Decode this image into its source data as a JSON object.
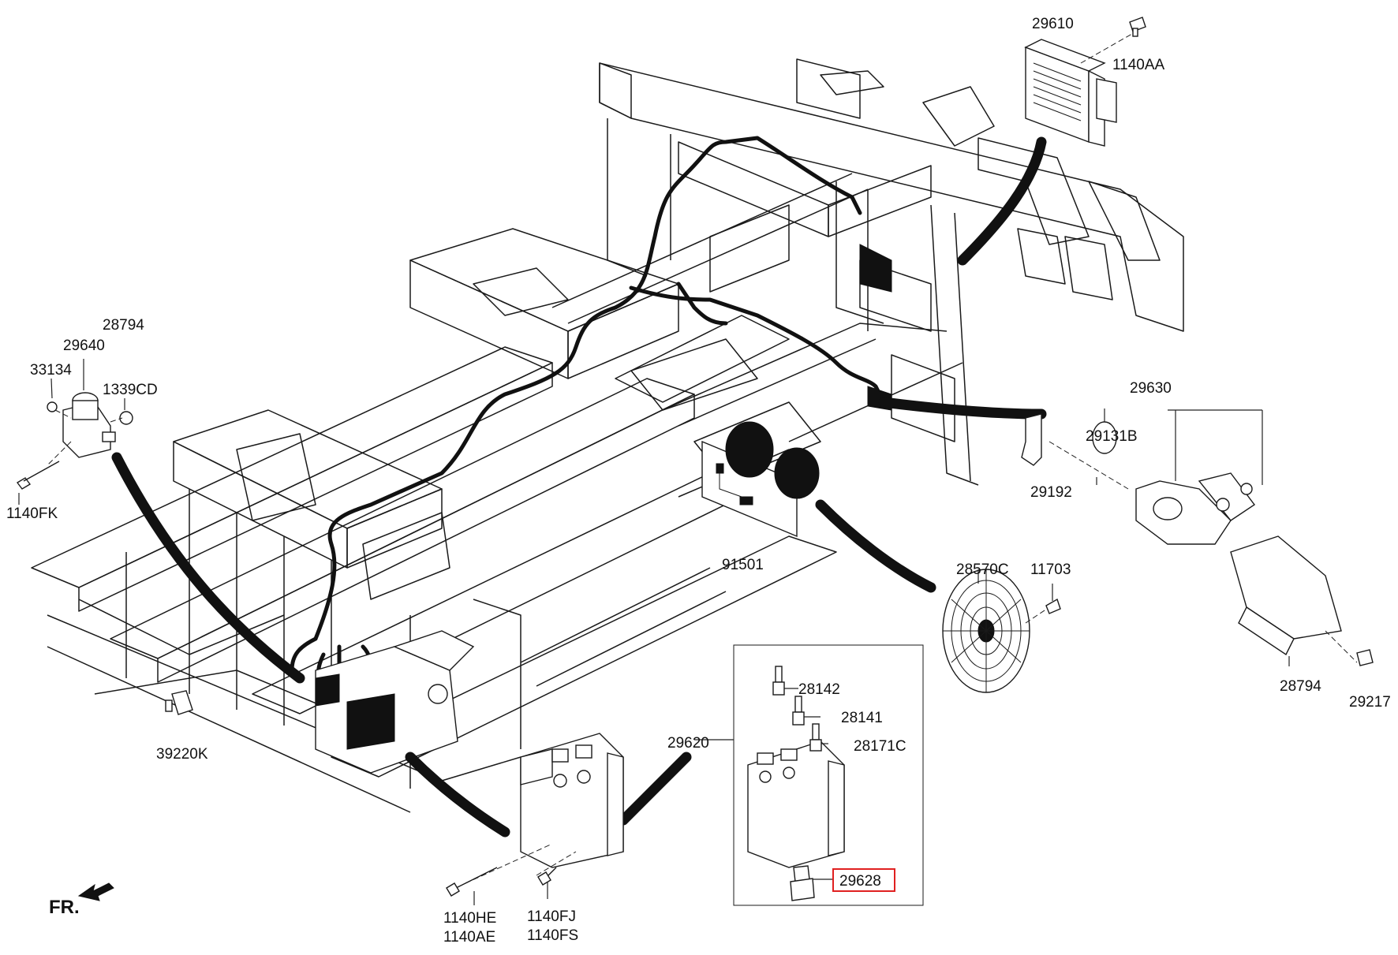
{
  "colors": {
    "line": "#1a1a1a",
    "background": "#ffffff",
    "highlight": "#e02020"
  },
  "direction": {
    "label": "FR."
  },
  "labels": {
    "p29610": "29610",
    "p1140AA": "1140AA",
    "p28794_top": "28794",
    "p29640": "29640",
    "p33134": "33134",
    "p1339CD": "1339CD",
    "p1140FK": "1140FK",
    "p29630": "29630",
    "p29131B": "29131B",
    "p29192": "29192",
    "p91501": "91501",
    "p28570C": "28570C",
    "p11703": "11703",
    "p28794_right": "28794",
    "p29217": "29217",
    "p39220K": "39220K",
    "p29620": "29620",
    "p28142": "28142",
    "p28141": "28141",
    "p28171C": "28171C",
    "p29628": "29628",
    "p1140HE": "1140HE",
    "p1140AE": "1140AE",
    "p1140FJ": "1140FJ",
    "p1140FS": "1140FS"
  }
}
